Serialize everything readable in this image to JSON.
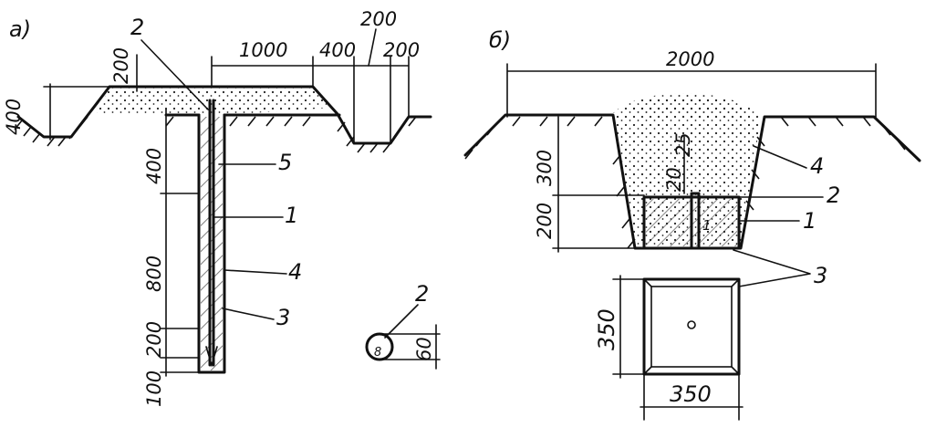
{
  "diagram": {
    "panel_a": {
      "label": "а)",
      "dims": {
        "d1000": "1000",
        "d400_top": "400",
        "d200_top": "200",
        "d200_right": "200",
        "d200_left": "200",
        "d400_left": "400",
        "d400_v": "400",
        "d800_v": "800",
        "d200_v": "200",
        "d100_v": "100",
        "d60": "60"
      },
      "callouts": {
        "c2": "2",
        "c5": "5",
        "c1": "1",
        "c4": "4",
        "c3": "3",
        "c2_detail": "2",
        "detail_inner": "8"
      }
    },
    "panel_b": {
      "label": "б)",
      "dims": {
        "d2000": "2000",
        "d300_v": "300",
        "d200_v": "200",
        "d25": "25",
        "d20": "20",
        "d350_v": "350",
        "d350_h": "350"
      },
      "callouts": {
        "c4": "4",
        "c2": "2",
        "c1": "1",
        "c3": "3"
      }
    }
  }
}
